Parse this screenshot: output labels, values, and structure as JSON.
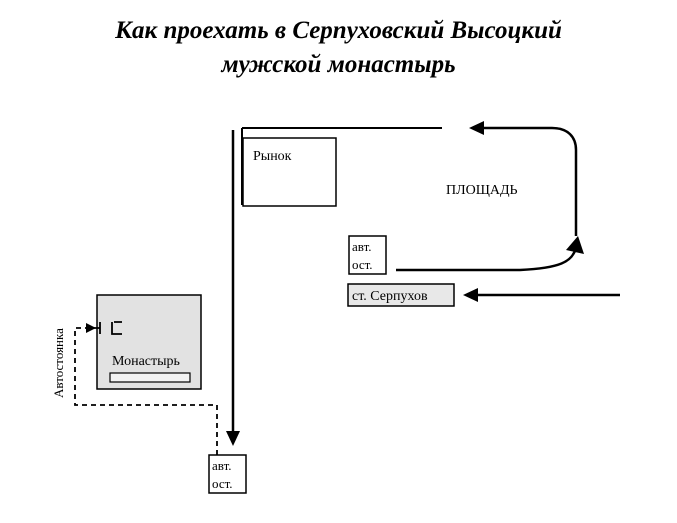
{
  "title": {
    "line1": "Как проехать в Серпуховский Высоцкий",
    "line2": "мужской монастырь"
  },
  "labels": {
    "market": "Рынок",
    "square": "ПЛОЩАДЬ",
    "bus_stop_line1": "авт.",
    "bus_stop_line2": "ост.",
    "station": "ст. Серпухов",
    "monastery": "Монастырь",
    "parking": "Автостоянка"
  },
  "colors": {
    "monastery_fill": "#e2e2e2",
    "line": "#000000"
  }
}
